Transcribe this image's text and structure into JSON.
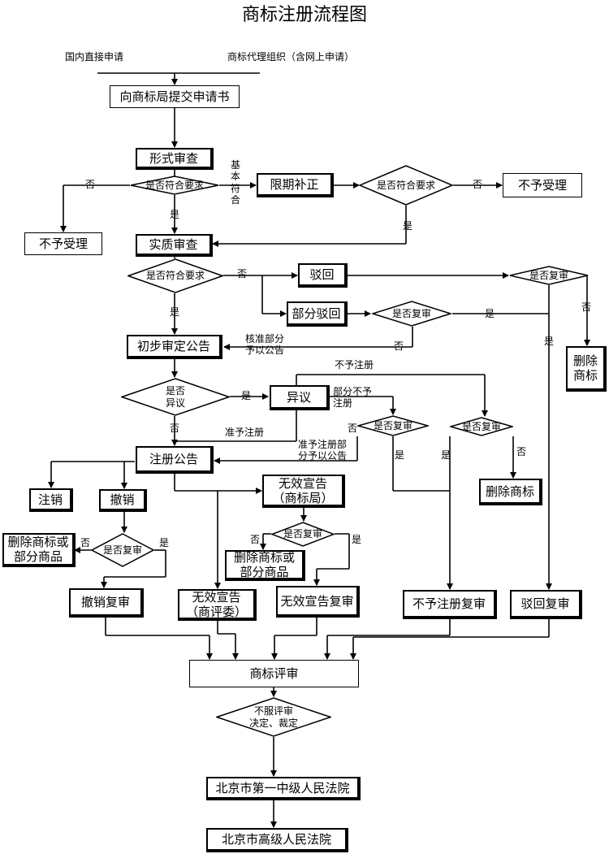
{
  "title": "商标注册流程图",
  "sources": {
    "direct": "国内直接申请",
    "agent": "商标代理组织（含网上申请）"
  },
  "boxes": {
    "submit": "向商标局提交申请书",
    "formal": "形式审查",
    "correct": "限期补正",
    "reject_left": "不予受理",
    "reject_right": "不予受理",
    "substantive": "实质审查",
    "reject": "驳回",
    "partial_reject": "部分驳回",
    "delete_mark_right": "删除\n商标",
    "prelim_notice": "初步审定公告",
    "opposition": "异议",
    "reg_notice": "注册公告",
    "delete_mark_mid": "删除商标",
    "cancel": "注销",
    "revoke": "撤销",
    "invalid_office": "无效宣告\n（商标局）",
    "delete_left": "删除商标或\n部分商品",
    "delete_mid": "删除商标或\n部分商品",
    "revoke_review": "撤销复审",
    "invalid_tribunal": "无效宣告\n（商评委）",
    "invalid_review": "无效宣告复审",
    "nonreg_review": "不予注册复审",
    "reject_review": "驳回复审",
    "trademark_review": "商标评审",
    "beijing_first": "北京市第一中级人民法院",
    "beijing_high": "北京市高级人民法院"
  },
  "diamonds": {
    "d_formal": "是否符合要求",
    "d_correct": "是否符合要求",
    "d_sub": "是否符合要求",
    "d_reject_review": "是否复审",
    "d_partial_review": "是否复审",
    "d_objection": "是否\n异议",
    "d_opp_partial": "是否复审",
    "d_opp_nonreg": "是否复审",
    "d_revoke": "是否复审",
    "d_invalid": "是否复审",
    "d_court": "不服评审\n决定、裁定"
  },
  "labels": {
    "no1": "否",
    "yes1": "是",
    "basic_ok": "基\n本\n符\n合",
    "no2": "否",
    "yes2": "是",
    "no3": "否",
    "yes3": "是",
    "yes4": "是",
    "no4": "否",
    "yes5": "是",
    "no5": "否",
    "approve_partial": "核准部分\n予以公告",
    "yes6": "是",
    "no6": "否",
    "not_reg": "不予注册",
    "partial_not_reg": "部分不予\n注册",
    "approve_reg": "准予注册",
    "approve_partial_reg": "准予注册部\n分予以公告",
    "no7": "否",
    "yes7": "是",
    "yes8": "是",
    "no8": "否",
    "no9": "否",
    "yes9": "是",
    "no10": "否",
    "yes10": "是"
  }
}
